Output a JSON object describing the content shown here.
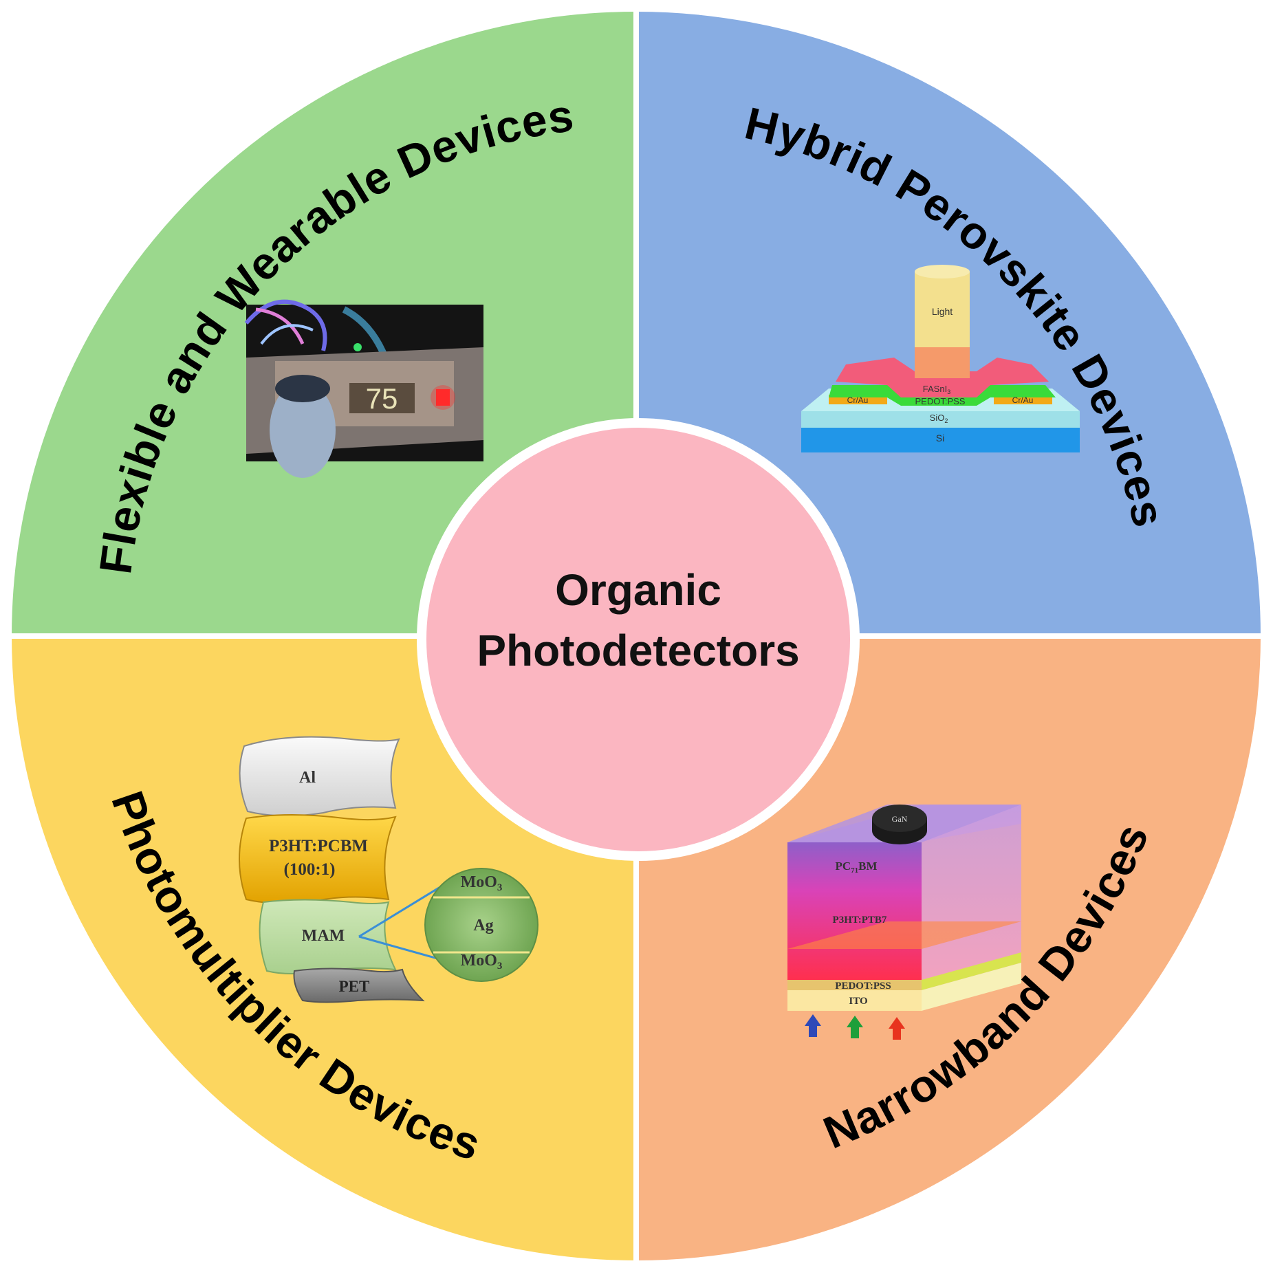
{
  "center": {
    "line1": "Organic",
    "line2": "Photodetectors",
    "color": "#FBB6C1"
  },
  "quadrants": {
    "flexible": {
      "title": "Flexible and Wearable Devices",
      "color": "#9BD88D"
    },
    "perovskite": {
      "title": "Hybrid Perovskite Devices",
      "color": "#88ADE3"
    },
    "photomultiplier": {
      "title": "Photomultiplier Devices",
      "color": "#FCD65F"
    },
    "narrowband": {
      "title": "Narrowband Devices",
      "color": "#F9B383"
    }
  },
  "wearable_photo": {
    "display": "75"
  },
  "perovskite_diagram": {
    "light": "Light",
    "absorber": "FASnI",
    "absorber_sub": "3",
    "hole_layer": "PEDOT:PSS",
    "electrode_left": "Cr/Au",
    "electrode_right": "Cr/Au",
    "oxide": "SiO",
    "oxide_sub": "2",
    "substrate": "Si"
  },
  "photomultiplier_stack": {
    "top": "Al",
    "active_line1": "P3HT:PCBM",
    "active_line2": "(100:1)",
    "electrode": "MAM",
    "substrate": "PET",
    "inset": [
      "MoO",
      "Ag",
      "MoO"
    ],
    "inset_sub": "3"
  },
  "narrowband_stack": {
    "top_label": "GaN",
    "layer1": "PC",
    "layer1_sub": "71",
    "layer1_suffix": "BM",
    "layer2": "P3HT:PTB7",
    "layer3": "PEDOT:PSS",
    "layer4": "ITO",
    "arrow_colors": [
      "#2E49B8",
      "#1E9F3A",
      "#E8331E"
    ]
  }
}
